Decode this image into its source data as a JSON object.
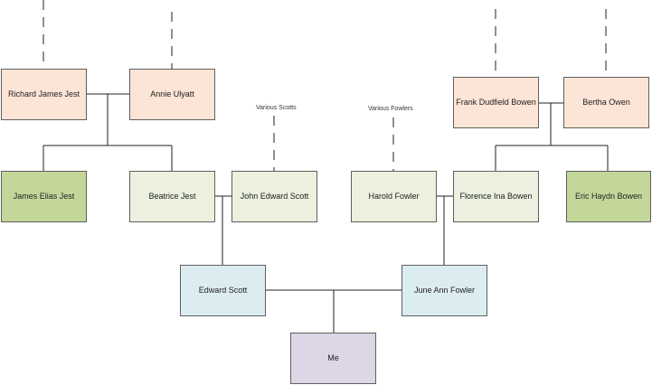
{
  "nodes": {
    "richard": "Richard James Jest",
    "annie": "Annie Ulyatt",
    "frank": "Frank Dudfield Bowen",
    "bertha": "Bertha Owen",
    "james": "James Elias Jest",
    "beatrice": "Beatrice Jest",
    "john": "John Edward Scott",
    "harold": "Harold Fowler",
    "florence": "Florence Ina Bowen",
    "eric": "Eric Haydn Bowen",
    "edward": "Edward Scott",
    "june": "June Ann Fowler",
    "me": "Me"
  },
  "notes": {
    "scotts": "Various Scotts",
    "fowlers": "Various Fowlers"
  },
  "colors": {
    "ancestor": "#fce4d6",
    "relative": "#ebf1de",
    "sibling": "#c4d79b",
    "parent": "#dcedf2",
    "self": "#dcd6e6"
  }
}
